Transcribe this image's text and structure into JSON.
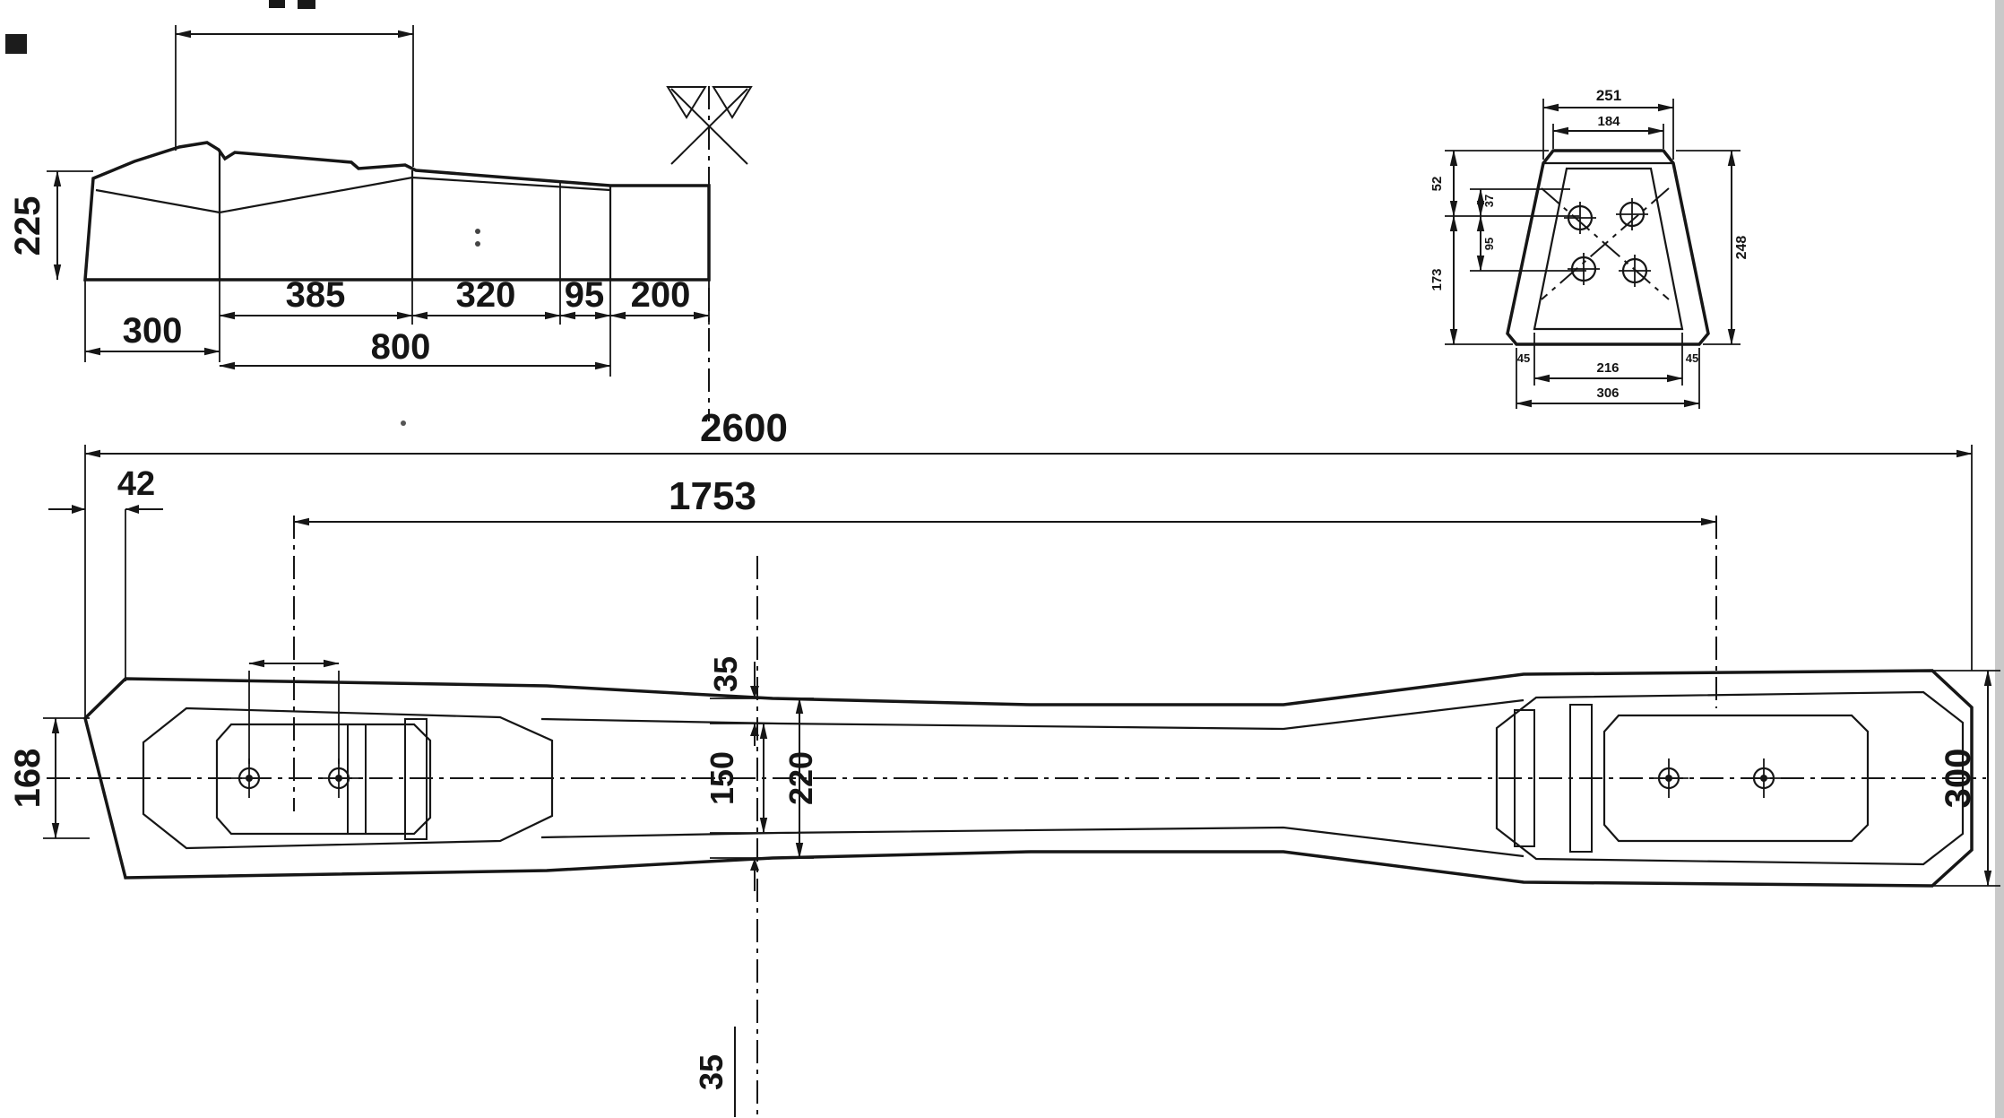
{
  "page": {
    "background": "#ffffff",
    "ink": "#161616"
  },
  "side_view": {
    "dims": {
      "height_225": "225",
      "seg_385": "385",
      "seg_320": "320",
      "seg_95": "95",
      "seg_200": "200",
      "end_300": "300",
      "span_800": "800"
    }
  },
  "section_view": {
    "dims": {
      "top_outer_251": "251",
      "top_inner_184": "184",
      "left_52": "52",
      "left_173": "173",
      "inner_37": "37",
      "inner_95": "95",
      "right_248": "248",
      "bottom_216": "216",
      "bottom_306": "306",
      "corner_left_45": "45",
      "corner_right_45": "45"
    }
  },
  "plan_view": {
    "dims": {
      "length_2600": "2600",
      "spacing_1753": "1753",
      "chamfer_42": "42",
      "left_end_168": "168",
      "right_end_300": "300",
      "waist_top_35": "35",
      "waist_inner_150": "150",
      "waist_outer_220": "220",
      "waist_bottom_35": "35"
    }
  }
}
